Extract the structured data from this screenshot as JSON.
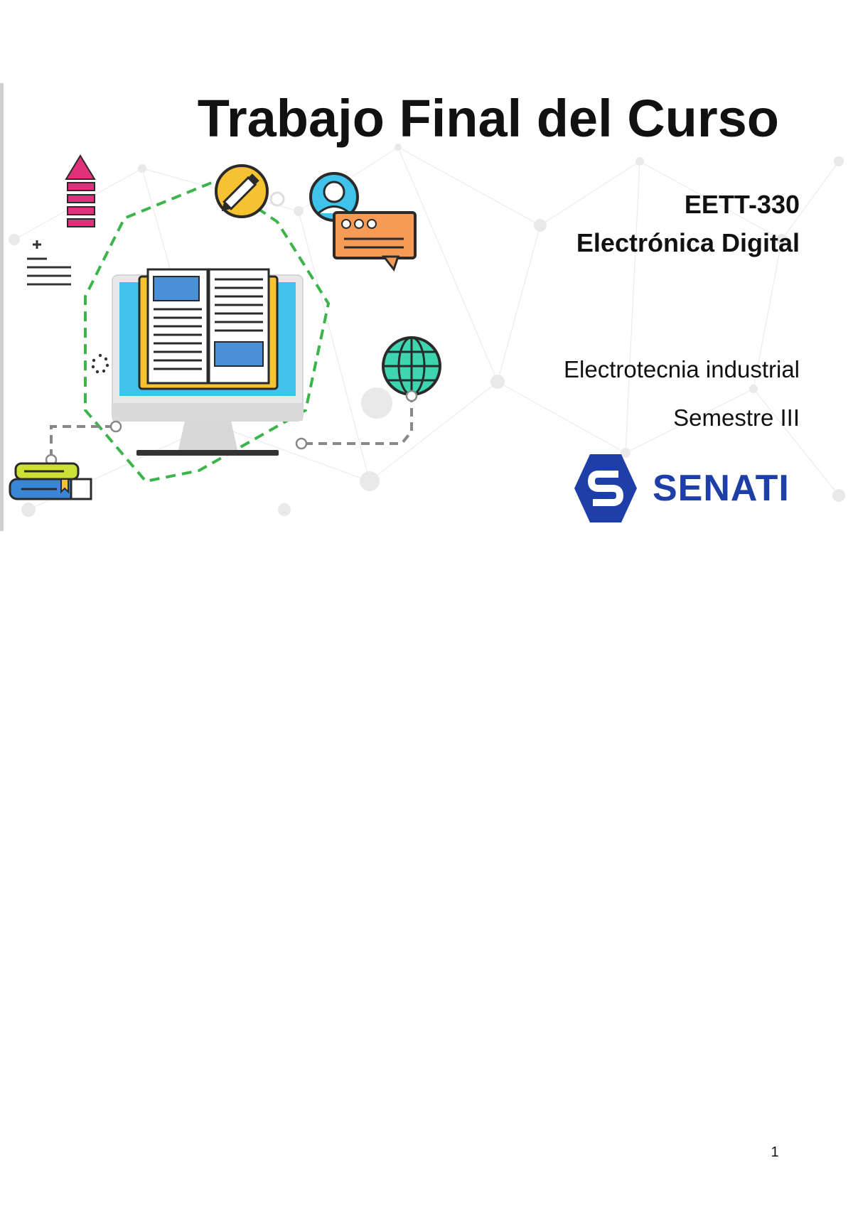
{
  "cover": {
    "title": "Trabajo Final del Curso",
    "course_code": "EETT-330",
    "course_name": "Electrónica Digital",
    "career": "Electrotecnia industrial",
    "semester": "Semestre III",
    "institution": "SENATI"
  },
  "footer": {
    "page_number": "1"
  },
  "colors": {
    "logo_blue": "#1f3fa8",
    "dashed_green": "#3bb54a",
    "monitor_screen": "#3fc3ea",
    "book_frame": "#f5c232",
    "speech_bubble": "#f59b55",
    "arrow_pink": "#e2317b",
    "globe": "#3dd6b0"
  },
  "icons": [
    "upload-arrow-icon",
    "document-lines-icon",
    "pencil-badge-icon",
    "user-avatar-icon",
    "chat-bubble-icon",
    "globe-icon",
    "stacked-books-icon",
    "computer-monitor-icon",
    "open-book-icon",
    "senati-logo-icon"
  ]
}
